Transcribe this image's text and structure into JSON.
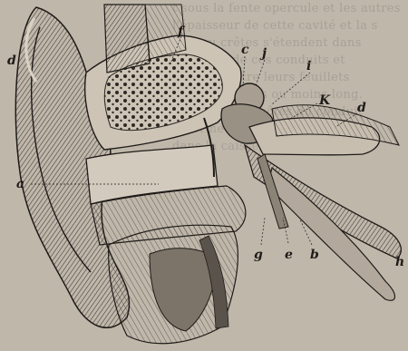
{
  "figure": {
    "background_text_lines": [
      "t sous la fente opercule et les autres",
      "l'épaisseur de cette cavité et la s",
      "lées ou crêtes s'étendent dans",
      "longueur de ces conduits et",
      "formées entre leurs feuillets",
      "un chemin plus ou moins long.",
      "sous les deux côtés du conduit",
      "la forme du tympan et",
      "dans la caisse, en"
    ],
    "labels": {
      "d_left": "d",
      "f": "f",
      "c_top": "c",
      "j": "j",
      "i": "i",
      "K": "K",
      "d_right": "d",
      "a": "a",
      "g": "g",
      "e": "e",
      "b": "b",
      "h": "h"
    }
  },
  "colors": {
    "paper": "#bfb7aa",
    "ink": "#1e1b18",
    "shade": "#5a534b"
  }
}
